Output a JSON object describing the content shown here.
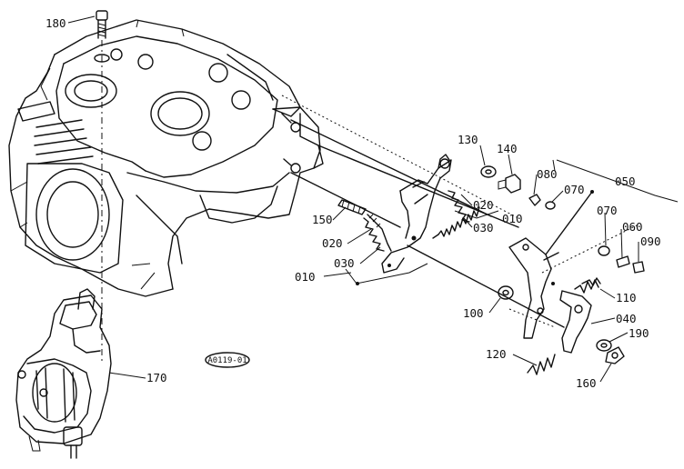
{
  "diagram": {
    "drawing_code": "A0119-01",
    "callouts": [
      {
        "id": "c180",
        "text": "180"
      },
      {
        "id": "c130",
        "text": "130"
      },
      {
        "id": "c140",
        "text": "140"
      },
      {
        "id": "c080",
        "text": "080"
      },
      {
        "id": "c050",
        "text": "050"
      },
      {
        "id": "c070a",
        "text": "070"
      },
      {
        "id": "c070b",
        "text": "070"
      },
      {
        "id": "c060",
        "text": "060"
      },
      {
        "id": "c090",
        "text": "090"
      },
      {
        "id": "c020a",
        "text": "020"
      },
      {
        "id": "c010a",
        "text": "010"
      },
      {
        "id": "c030a",
        "text": "030"
      },
      {
        "id": "c150",
        "text": "150"
      },
      {
        "id": "c020b",
        "text": "020"
      },
      {
        "id": "c030b",
        "text": "030"
      },
      {
        "id": "c010b",
        "text": "010"
      },
      {
        "id": "c110",
        "text": "110"
      },
      {
        "id": "c100",
        "text": "100"
      },
      {
        "id": "c040",
        "text": "040"
      },
      {
        "id": "c190",
        "text": "190"
      },
      {
        "id": "c120",
        "text": "120"
      },
      {
        "id": "c160",
        "text": "160"
      },
      {
        "id": "c170",
        "text": "170"
      }
    ]
  }
}
